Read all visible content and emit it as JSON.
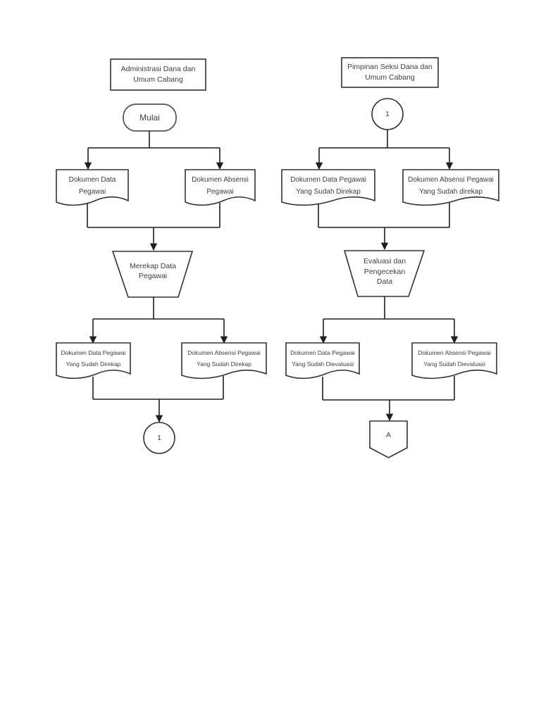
{
  "colors": {
    "background": "#ffffff",
    "shape_fill": "#ffffff",
    "shape_border": "#323232",
    "terminator_border": "#44546a",
    "connector_line": "#1f1f1f",
    "text": "#3d3d3d"
  },
  "left_column": {
    "header": {
      "line1": "Administrasi Dana dan",
      "line2": "Umum Cabang"
    },
    "start": {
      "label": "Mulai"
    },
    "doc_data": {
      "line1": "Dokumen Data",
      "line2": "Pegawai"
    },
    "doc_absensi": {
      "line1": "Dokumen Absensi",
      "line2": "Pegawai"
    },
    "process": {
      "line1": "Merekap Data",
      "line2": "Pegawai"
    },
    "doc_data_rekap": {
      "line1": "Dokumen Data Pegawai",
      "line2": "Yang Sudah Direkap"
    },
    "doc_absensi_rekap": {
      "line1": "Dokumen Absensi Pegawai",
      "line2": "Yang Sudah Direkap"
    },
    "connector_out": {
      "label": "1"
    }
  },
  "right_column": {
    "header": {
      "line1": "Pimpinan Seksi Dana dan",
      "line2": "Umum Cabang"
    },
    "connector_in": {
      "label": "1"
    },
    "doc_data_rekap": {
      "line1": "Dokumen Data Pegawai",
      "line2": "Yang Sudah Direkap"
    },
    "doc_absensi_rekap": {
      "line1": "Dokumen Absensi Pegawai",
      "line2": "Yang Sudah direkap"
    },
    "process": {
      "line1": "Evaluasi dan",
      "line2": "Pengecekan",
      "line3": "Data"
    },
    "doc_data_evaluasi": {
      "line1": "Dokumen Data Pegawai",
      "line2": "Yang Sudah Dievaluasi"
    },
    "doc_absensi_evaluasi": {
      "line1": "Dokumen Absensi Pegawai",
      "line2": "Yang Sudah Dievaluasi"
    },
    "offpage_connector": {
      "label": "A"
    }
  }
}
